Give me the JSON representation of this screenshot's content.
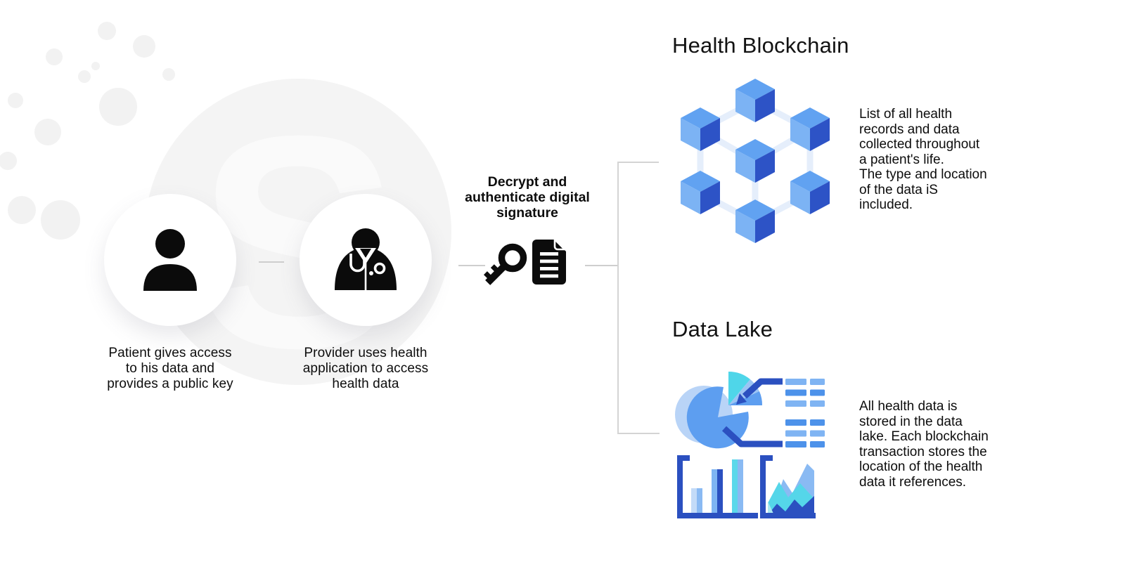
{
  "watermark": {
    "letter": "S"
  },
  "steps": [
    {
      "icon": "patient-icon",
      "label": "Patient gives access\nto his data and\nprovides a public key"
    },
    {
      "icon": "doctor-icon",
      "label": "Provider uses health\napplication to access\nhealth data"
    }
  ],
  "process": {
    "label": "Decrypt and\nauthenticate digital\nsignature",
    "icons": [
      "key-icon",
      "document-icon"
    ]
  },
  "sections": [
    {
      "title": "Health Blockchain",
      "icon": "blockchain-network-icon",
      "description": "List of all health\nrecords and data\ncollected throughout\na patient's life.\nThe type and location\nof the data iS\nincluded."
    },
    {
      "title": "Data Lake",
      "icon": "data-lake-charts-icon",
      "description": "All health data is\nstored in the data\nlake. Each blockchain\ntransaction stores the\nlocation of the health\ndata it references."
    }
  ],
  "colors": {
    "cube_top": "#61a2f1",
    "cube_left": "#7cb3f4",
    "cube_right": "#2d53c6",
    "network_line": "#e5eefb",
    "navy": "#2b50c0",
    "medium_blue": "#5d9ef0",
    "light_blue": "#8abaf3",
    "pale_blue": "#b9d4f7",
    "cyan": "#4fd6e9",
    "connector_gray": "#cecece",
    "watermark_gray": "#f4f4f4",
    "ink": "#0d0d0d"
  }
}
